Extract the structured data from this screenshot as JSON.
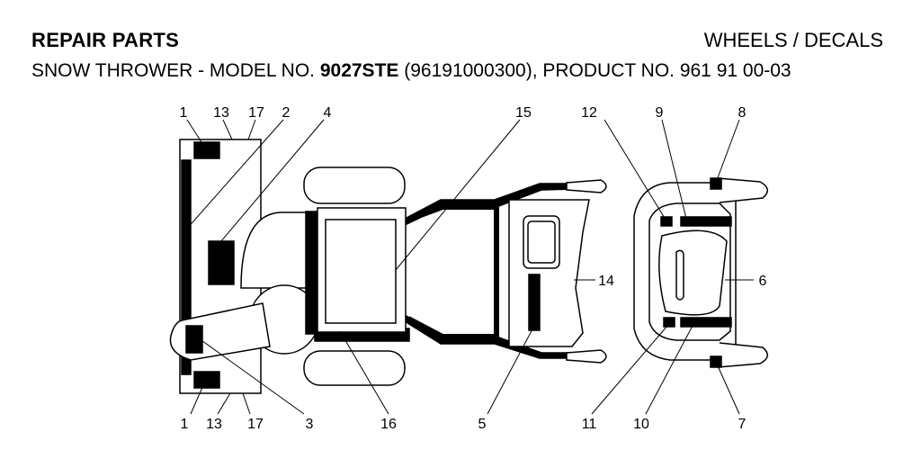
{
  "header": {
    "left_title": "REPAIR PARTS",
    "right_title": "WHEELS / DECALS"
  },
  "subtitle": {
    "prefix": "SNOW THROWER - MODEL NO. ",
    "model": "9027STE",
    "suffix": " (96191000300), PRODUCT NO. 961 91 00-03"
  },
  "callouts": {
    "c1_top": "1",
    "c13_top": "13",
    "c17_top": "17",
    "c2": "2",
    "c4": "4",
    "c15": "15",
    "c12": "12",
    "c9": "9",
    "c8": "8",
    "c14": "14",
    "c6": "6",
    "c1_bottom": "1",
    "c13_bottom": "13",
    "c17_bottom": "17",
    "c3": "3",
    "c16": "16",
    "c5": "5",
    "c11": "11",
    "c10": "10",
    "c7": "7"
  }
}
